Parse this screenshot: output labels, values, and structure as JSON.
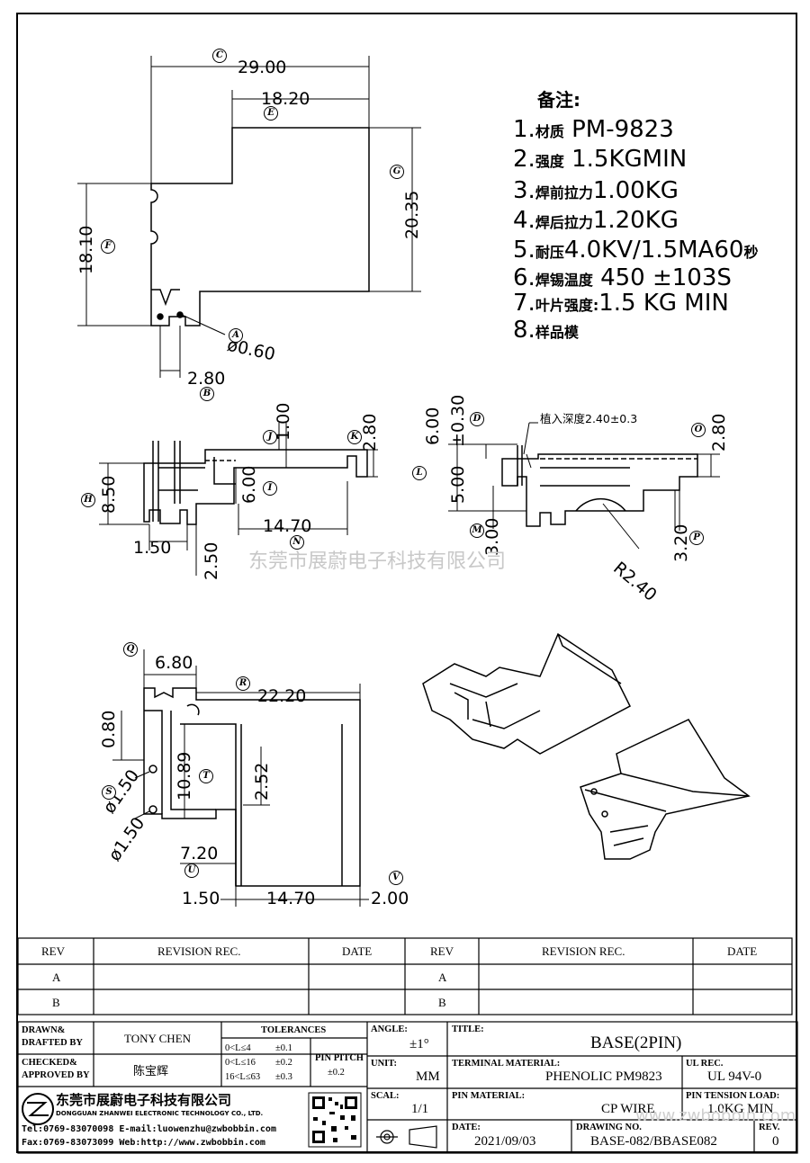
{
  "notes": {
    "title": "备注:",
    "items": [
      {
        "num": "1.",
        "label": "材质",
        "value": "PM-9823"
      },
      {
        "num": "2.",
        "label": "强度",
        "value": "1.5KGMIN"
      },
      {
        "num": "3.",
        "label": "焊前拉力",
        "value": "1.00KG"
      },
      {
        "num": "4.",
        "label": "焊后拉力",
        "value": "1.20KG"
      },
      {
        "num": "5.",
        "label": "耐压",
        "value": "4.0KV/1.5MA60",
        "suffix": "秒"
      },
      {
        "num": "6.",
        "label": "焊锡温度",
        "value": " 450  ±103S"
      },
      {
        "num": "7.",
        "label": "叶片强度:",
        "value": "1.5 KG MIN"
      },
      {
        "num": "8.",
        "label": "样品模",
        "value": ""
      }
    ]
  },
  "dimensions": {
    "d_29_00": "29.00",
    "d_18_20": "18.20",
    "d_20_35": "20.35",
    "d_18_10": "18.10",
    "d_0_60": "ø0.60",
    "d_2_80a": "2.80",
    "d_1_00": "1.00",
    "d_2_80b": "2.80",
    "d_8_50": "8.50",
    "d_6_00a": "6.00",
    "d_14_70a": "14.70",
    "d_1_50a": "1.50",
    "d_2_50": "2.50",
    "d_6_00b": "6.00",
    "d_0_30": "±0.30",
    "d_5_00": "5.00",
    "d_3_00": "3.00",
    "d_2_80c": "2.80",
    "d_3_20": "3.20",
    "d_r2_40": "R2.40",
    "insert_depth": "植入深度2.40±0.3",
    "d_6_80": "6.80",
    "d_22_20": "22.20",
    "d_0_80": "0.80",
    "d_10_89": "10.89",
    "d_2_52": "2.52",
    "d_1_50b": "ø1.50",
    "d_1_50c": "ø1.50",
    "d_7_20": "7.20",
    "d_1_50d": "1.50",
    "d_14_70b": "14.70",
    "d_2_00": "2.00"
  },
  "markers": {
    "C": "C",
    "E": "E",
    "G": "G",
    "F": "F",
    "A": "A",
    "B": "B",
    "J": "J",
    "K": "K",
    "H": "H",
    "I": "I",
    "N": "N",
    "D": "D",
    "L": "L",
    "M": "M",
    "O": "O",
    "P": "P",
    "Q": "Q",
    "R": "R",
    "S": "S",
    "T": "T",
    "U": "U",
    "V": "V"
  },
  "watermark": "东莞市展蔚电子科技有限公司",
  "revision_table": {
    "headers": [
      "REV",
      "REVISION REC.",
      "DATE",
      "REV",
      "REVISION REC.",
      "DATE"
    ],
    "rows": [
      [
        "A",
        "",
        "",
        "A",
        "",
        ""
      ],
      [
        "B",
        "",
        "",
        "B",
        "",
        ""
      ]
    ]
  },
  "title_block": {
    "drawn_label": "DRAWN&\nDRAFTED BY",
    "drawn_l1": "DRAWN&",
    "drawn_l2": "DRAFTED BY",
    "drawn_value": "TONY CHEN",
    "checked_l1": "CHECKED&",
    "checked_l2": "APPROVED BY",
    "checked_value": "陈宝辉",
    "tolerances_label": "TOLERANCES",
    "tol1_range": "0<L≤4",
    "tol1_val": "±0.1",
    "tol2_range": "0<L≤16",
    "tol2_val": "±0.2",
    "tol3_range": "16<L≤63",
    "tol3_val": "±0.3",
    "pin_pitch_label": "PIN PITCH",
    "pin_pitch_value": "±0.2",
    "angle_label": "ANGLE:",
    "angle_value": "±1°",
    "unit_label": "UNIT:",
    "unit_value": "MM",
    "scale_label": "SCAL:",
    "scale_value": "1/1",
    "title_label": "TITLE:",
    "title_value": "BASE(2PIN)",
    "terminal_material_label": "TERMINAL MATERIAL:",
    "terminal_material_value": "PHENOLIC PM9823",
    "ul_label": "UL REC.",
    "ul_value": "UL 94V-0",
    "pin_material_label": "PIN MATERIAL:",
    "pin_material_value": "CP WIRE",
    "pin_tension_label": "PIN TENSION LOAD:",
    "pin_tension_value": "1.0KG MIN",
    "date_label": "DATE:",
    "date_value": "2021/09/03",
    "drawing_no_label": "DRAWING NO.",
    "drawing_no_value": "BASE-082/BBASE082",
    "rev_label": "REV.",
    "rev_value": "0",
    "company_cn": "东莞市展蔚电子科技有限公司",
    "company_en": "DONGGUAN ZHANWEI ELECTRONIC TECHNOLOGY CO., LTD.",
    "tel": "Tel:0769-83070098 E-mail:luowenzhu@zwbobbin.com",
    "fax": "Fax:0769-83073099   Web:http://www.zwbobbin.com",
    "watermark_url": "www.zwbobbin.com"
  }
}
